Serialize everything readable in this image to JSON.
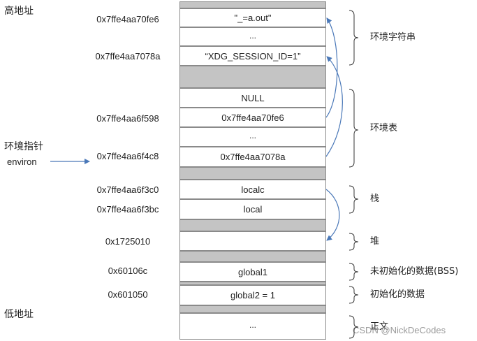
{
  "labels": {
    "high_addr": "高地址",
    "low_addr": "低地址",
    "env_pointer": "环境指针",
    "environ": "environ"
  },
  "addresses": [
    "0x7ffe4aa70fe6",
    "0x7ffe4aa7078a",
    "0x7ffe4aa6f598",
    "0x7ffe4aa6f4c8",
    "0x7ffe4aa6f3c0",
    "0x7ffe4aa6f3bc",
    "0x1725010",
    "0x60106c",
    "0x601050"
  ],
  "cells": [
    "\"_=a.out\"",
    "...",
    "“XDG_SESSION_ID=1”",
    "NULL",
    "0x7ffe4aa70fe6",
    "...",
    "0x7ffe4aa7078a",
    "localc",
    "local",
    "global1",
    "global2 = 1",
    "..."
  ],
  "segments": [
    "环境字符串",
    "环境表",
    "栈",
    "堆",
    "未初始化的数据(BSS)",
    "初始化的数据",
    "正文"
  ],
  "watermark": "CSDN @NickDeCodes",
  "colors": {
    "gap_gray": "#c4c4c4",
    "border": "#8a8a8a",
    "arrow_blue": "#4a78b8"
  }
}
